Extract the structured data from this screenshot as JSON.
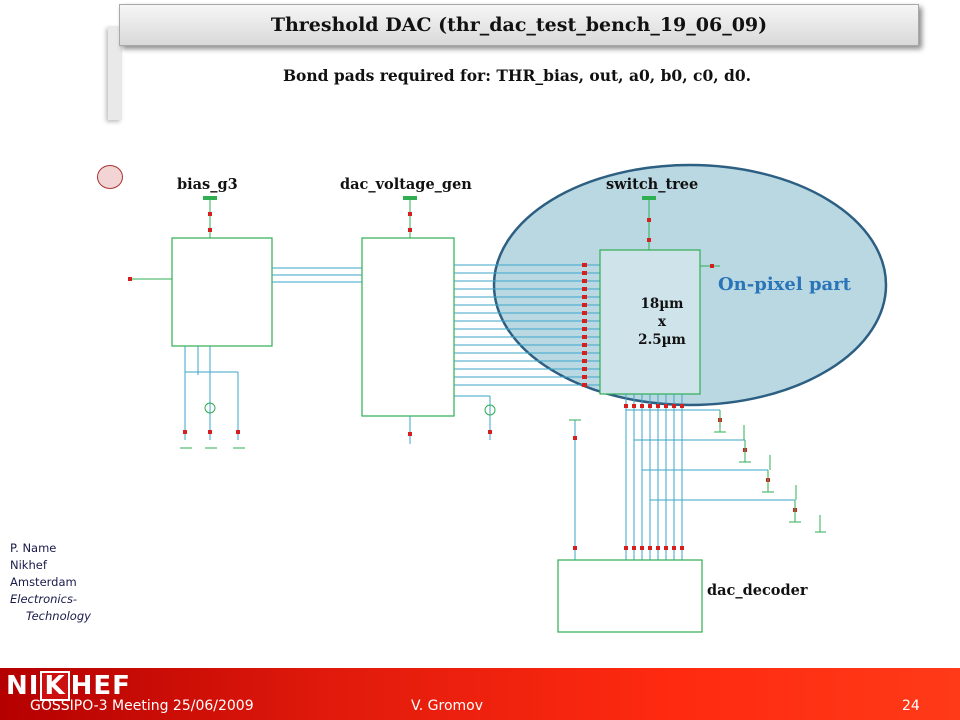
{
  "slide": {
    "title": "Threshold DAC (thr_dac_test_bench_19_06_09)",
    "subtitle": "Bond pads required for: THR_bias, out, a0, b0, c0, d0."
  },
  "diagram": {
    "blocks": {
      "bias": "bias_g3",
      "voltage_gen": "dac_voltage_gen",
      "switch_tree": "switch_tree",
      "decoder": "dac_decoder"
    },
    "highlight_label": "On-pixel part",
    "dimension": {
      "w": "18µm",
      "x": "x",
      "h": "2.5µm"
    },
    "colors": {
      "ellipse_fill": "#b9d8e2",
      "ellipse_stroke": "#2d5f82",
      "wire": "#3aa6c8",
      "pin": "#d62020",
      "highlight_text": "#2a74b8"
    }
  },
  "credits": {
    "line1": "P. Name",
    "line2": "Nikhef",
    "line3": "Amsterdam",
    "line4": "Electronics-",
    "line5": "Technology"
  },
  "footer": {
    "logo_left": "NI",
    "logo_k": "K",
    "logo_right": "HEF",
    "meeting": "GOSSIPO-3 Meeting 25/06/2009",
    "author": "V. Gromov",
    "page": "24"
  }
}
